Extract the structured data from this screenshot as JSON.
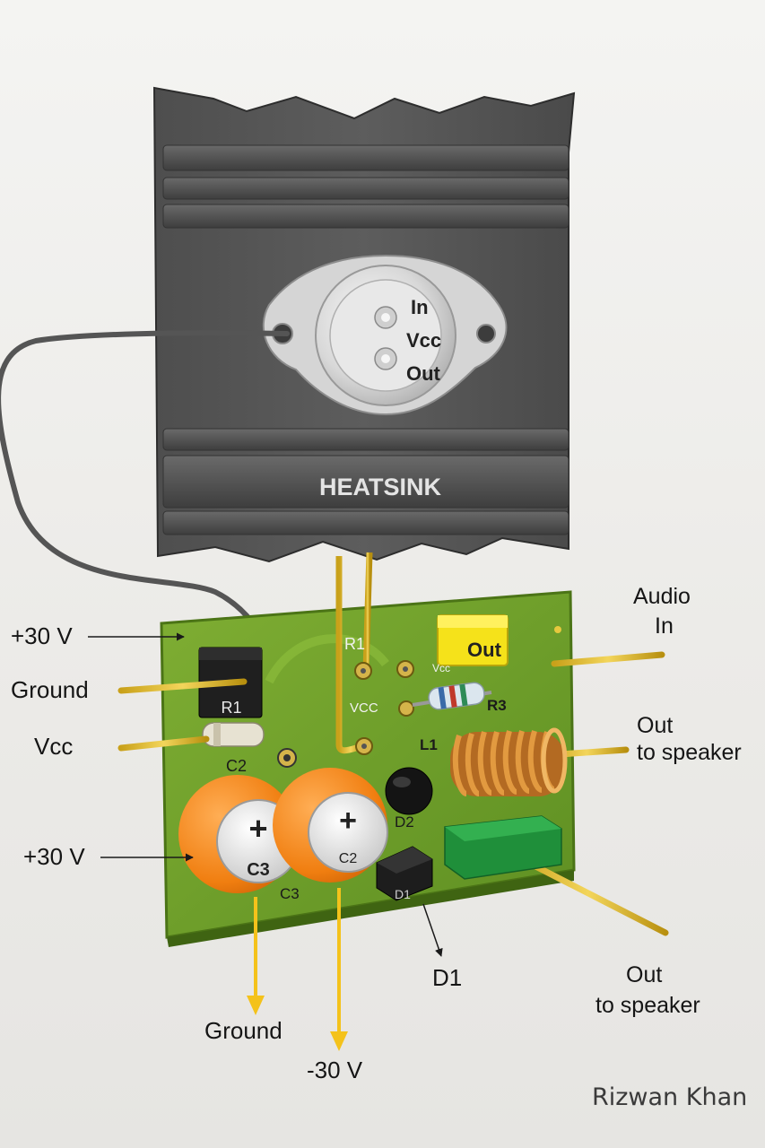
{
  "heatsink": {
    "label": "HEATSINK"
  },
  "transistor": {
    "pins": [
      "In",
      "Vcc",
      "Out"
    ]
  },
  "board": {
    "r1_top": "R1",
    "vcc_pin": "VCC",
    "vcc_small": "Vcc",
    "r3": "R3",
    "l1": "L1",
    "r1": "R1",
    "c2_small": "C2",
    "d2": "D2",
    "d1_small": "D1",
    "out_block": "Out",
    "c3_label": "C3",
    "c3_cap": "C3",
    "c2_cap": "C2",
    "plus": "+"
  },
  "left_labels": {
    "plus30_top": "+30 V",
    "ground": "Ground",
    "vcc": "Vcc",
    "plus30_bottom": "+30 V"
  },
  "right_labels": {
    "audio_in_1": "Audio",
    "audio_in_2": "In",
    "out_speaker_1a": "Out",
    "out_speaker_1b": "to speaker",
    "out_speaker_2a": "Out",
    "out_speaker_2b": "to speaker"
  },
  "bottom_labels": {
    "ground": "Ground",
    "minus30": "-30 V",
    "d1": "D1"
  },
  "signature": "Rizwan Khan"
}
